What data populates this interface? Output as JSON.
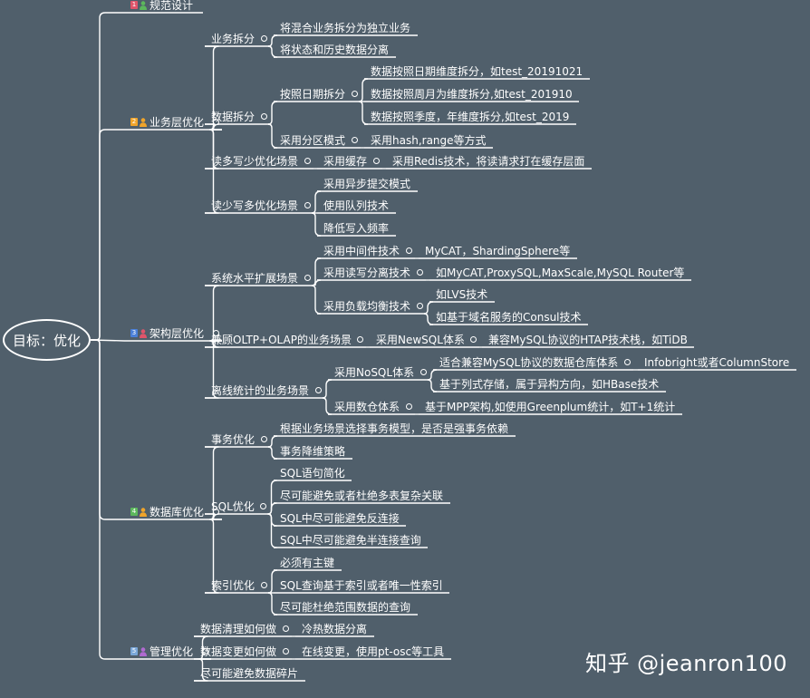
{
  "root": {
    "label": "目标：优化"
  },
  "badge_colors": {
    "1": "#e0546a",
    "2": "#f0a42a",
    "3": "#4a7fd8",
    "4": "#5cb85c",
    "5": "#7aa7d8"
  },
  "person_colors": {
    "1": "#5cb85c",
    "2": "#f0a42a",
    "3": "#e0546a",
    "4": "#f0a42a",
    "5": "#b06ad0"
  },
  "watermark": "知乎 @jeanron100",
  "nodes": {
    "n1": {
      "label": "规范设计",
      "badge": "1"
    },
    "n2": {
      "label": "业务层优化",
      "badge": "2"
    },
    "n2_1": {
      "label": "业务拆分"
    },
    "n2_1_1": {
      "label": "将混合业务拆分为独立业务"
    },
    "n2_1_2": {
      "label": "将状态和历史数据分离"
    },
    "n2_2": {
      "label": "数据拆分"
    },
    "n2_2_1": {
      "label": "按照日期拆分"
    },
    "n2_2_1_1": {
      "label": "数据按照日期维度拆分，如test_20191021"
    },
    "n2_2_1_2": {
      "label": "数据按照周月为维度拆分,如test_201910"
    },
    "n2_2_1_3": {
      "label": "数据按照季度，年维度拆分,如test_2019"
    },
    "n2_2_2": {
      "label": "采用分区模式"
    },
    "n2_2_2_1": {
      "label": "采用hash,range等方式"
    },
    "n2_3": {
      "label": "读多写少优化场景"
    },
    "n2_3_1": {
      "label": "采用缓存"
    },
    "n2_3_1_1": {
      "label": "采用Redis技术，将读请求打在缓存层面"
    },
    "n2_4": {
      "label": "读少写多优化场景"
    },
    "n2_4_1": {
      "label": "采用异步提交模式"
    },
    "n2_4_2": {
      "label": "使用队列技术"
    },
    "n2_4_3": {
      "label": "降低写入频率"
    },
    "n3": {
      "label": "架构层优化",
      "badge": "3"
    },
    "n3_1": {
      "label": "系统水平扩展场景"
    },
    "n3_1_1": {
      "label": "采用中间件技术"
    },
    "n3_1_1_1": {
      "label": "MyCAT，ShardingSphere等"
    },
    "n3_1_2": {
      "label": "采用读写分离技术"
    },
    "n3_1_2_1": {
      "label": "如MyCAT,ProxySQL,MaxScale,MySQL Router等"
    },
    "n3_1_3": {
      "label": "采用负载均衡技术"
    },
    "n3_1_3_1": {
      "label": "如LVS技术"
    },
    "n3_1_3_2": {
      "label": "如基于域名服务的Consul技术"
    },
    "n3_2": {
      "label": "兼顾OLTP+OLAP的业务场景"
    },
    "n3_2_1": {
      "label": "采用NewSQL体系"
    },
    "n3_2_1_1": {
      "label": "兼容MySQL协议的HTAP技术栈，如TiDB"
    },
    "n3_3": {
      "label": "离线统计的业务场景"
    },
    "n3_3_1": {
      "label": "采用NoSQL体系"
    },
    "n3_3_1_1": {
      "label": "适合兼容MySQL协议的数据仓库体系"
    },
    "n3_3_1_1_1": {
      "label": "Infobright或者ColumnStore"
    },
    "n3_3_1_2": {
      "label": "基于列式存储，属于异构方向，如HBase技术"
    },
    "n3_3_2": {
      "label": "采用数仓体系"
    },
    "n3_3_2_1": {
      "label": "基于MPP架构,如使用Greenplum统计，如T+1统计"
    },
    "n4": {
      "label": "数据库优化",
      "badge": "4"
    },
    "n4_1": {
      "label": "事务优化"
    },
    "n4_1_1": {
      "label": "根据业务场景选择事务模型，是否是强事务依赖"
    },
    "n4_1_2": {
      "label": "事务降维策略"
    },
    "n4_2": {
      "label": "SQL优化"
    },
    "n4_2_1": {
      "label": "SQL语句简化"
    },
    "n4_2_2": {
      "label": "尽可能避免或者杜绝多表复杂关联"
    },
    "n4_2_3": {
      "label": "SQL中尽可能避免反连接"
    },
    "n4_2_4": {
      "label": "SQL中尽可能避免半连接查询"
    },
    "n4_3": {
      "label": "索引优化"
    },
    "n4_3_1": {
      "label": "必须有主键"
    },
    "n4_3_2": {
      "label": "SQL查询基于索引或者唯一性索引"
    },
    "n4_3_3": {
      "label": "尽可能杜绝范围数据的查询"
    },
    "n5": {
      "label": "管理优化",
      "badge": "5"
    },
    "n5_1": {
      "label": "数据清理如何做"
    },
    "n5_1_1": {
      "label": "冷热数据分离"
    },
    "n5_2": {
      "label": "数据变更如何做"
    },
    "n5_2_1": {
      "label": "在线变更，使用pt-osc等工具"
    },
    "n5_3": {
      "label": "尽可能避免数据碎片"
    }
  }
}
